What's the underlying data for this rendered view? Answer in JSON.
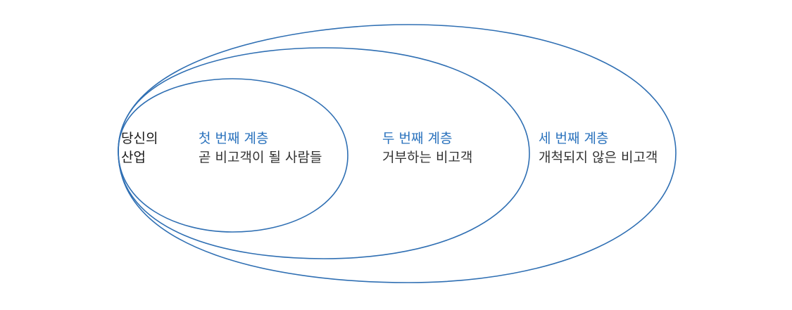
{
  "origin": {
    "line1": "당신의",
    "line2": "산업"
  },
  "tiers": [
    {
      "title": "첫 번째 계층",
      "description": "곧 비고객이 될 사람들"
    },
    {
      "title": "두 번째 계층",
      "description": "거부하는 비고객"
    },
    {
      "title": "세 번째 계층",
      "description": "개척되지 않은 비고객"
    }
  ],
  "colors": {
    "ring_stroke": "#2f6fb3",
    "tier_title": "#2a72bd",
    "body_text": "#333333",
    "background": "#ffffff"
  }
}
